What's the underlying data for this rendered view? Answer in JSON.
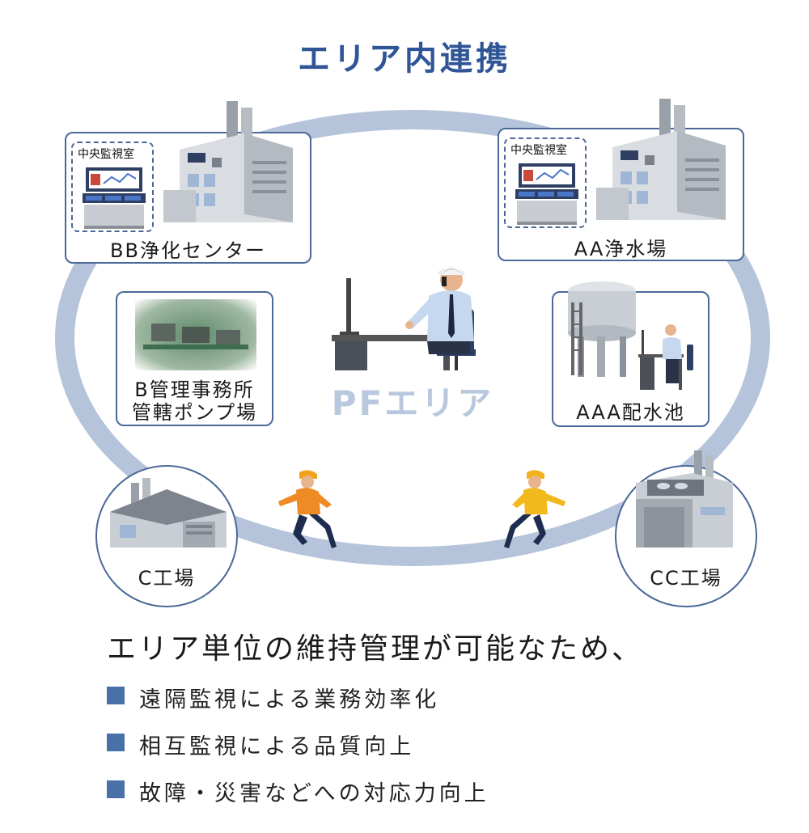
{
  "title": "エリア内連携",
  "center_label": "PFエリア",
  "sites": {
    "bb_center": {
      "name": "BB浄化センター",
      "monitor_room": "中央監視室"
    },
    "aa_plant": {
      "name": "AA浄水場",
      "monitor_room": "中央監視室"
    },
    "b_office": {
      "line1": "B管理事務所",
      "line2": "管轄ポンプ場"
    },
    "aaa_reservoir": {
      "name": "AAA配水池"
    },
    "c_factory": {
      "name": "C工場"
    },
    "cc_factory": {
      "name": "CC工場"
    }
  },
  "summary": "エリア単位の維持管理が可能なため、",
  "benefits": [
    "遠隔監視による業務効率化",
    "相互監視による品質向上",
    "故障・災害などへの対応力向上"
  ],
  "colors": {
    "title": "#2f5596",
    "ring": "#b5c4da",
    "border": "#4a6898",
    "bullet": "#4a70a8",
    "center_label": "#b9c8de"
  }
}
